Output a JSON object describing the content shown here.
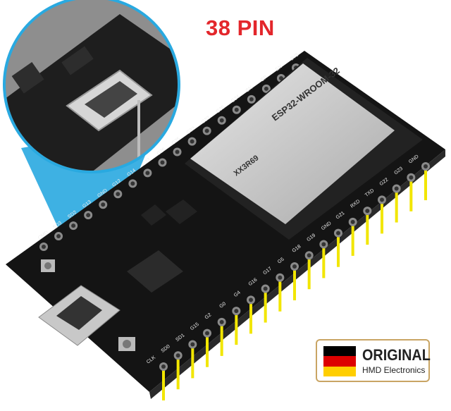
{
  "title": "38 PIN",
  "badge": {
    "title": "ORIGINAL",
    "subtitle": "HMD Electronics",
    "flag_colors": [
      "#000000",
      "#dd0000",
      "#ffce00"
    ]
  },
  "module": {
    "label": "ESP32-WROOM-32",
    "code": "XX3R69"
  },
  "pins_top": [
    "CMD",
    "SD3",
    "SD2",
    "G13",
    "GND",
    "G12",
    "G14",
    "G27",
    "G26",
    "G25",
    "G33",
    "G32",
    "G35",
    "G34",
    "SN",
    "SP",
    "EN",
    "3V3"
  ],
  "pins_bottom": [
    "CLK",
    "SD0",
    "SD1",
    "G15",
    "G2",
    "G0",
    "G4",
    "G16",
    "G17",
    "G5",
    "G18",
    "G19",
    "GND",
    "G21",
    "RXD",
    "TXD",
    "G22",
    "G23",
    "GND"
  ],
  "colors": {
    "board": "#141414",
    "pins": "#f2e600",
    "module": "#c9c9c9",
    "callout": "#29a9e0"
  }
}
